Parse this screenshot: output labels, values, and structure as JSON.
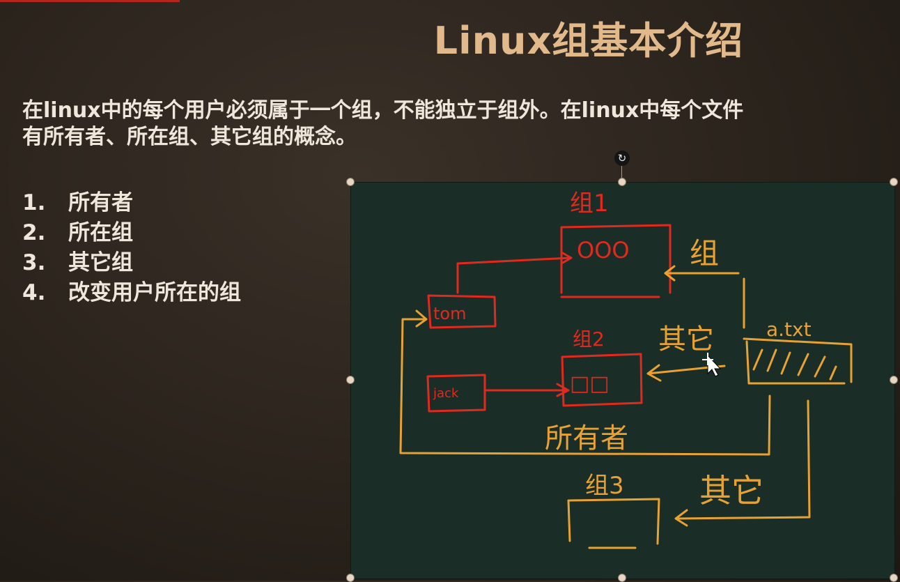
{
  "slide": {
    "title": "Linux组基本介绍",
    "intro_lines": [
      "在linux中的每个用户必须属于一个组，不能独立于组外。在linux中每个文件",
      "有所有者、所在组、其它组的概念。"
    ],
    "list": [
      {
        "num": "1.",
        "text": "所有者"
      },
      {
        "num": "2.",
        "text": "所在组"
      },
      {
        "num": "3.",
        "text": "其它组"
      },
      {
        "num": "4.",
        "text": "改变用户所在的组"
      }
    ]
  },
  "drawing": {
    "group1_label": "组1",
    "group1_members": "OOO",
    "group2_label": "组2",
    "group2_members": "□□",
    "group3_label": "组3",
    "user_tom": "tom",
    "user_jack": "jack",
    "file_label": "a.txt",
    "arrow_group": "组",
    "arrow_other_mid": "其它",
    "arrow_owner": "所有者",
    "arrow_other_bottom": "其它"
  },
  "colors": {
    "title": "#e2b98a",
    "body_text": "#efe7dc",
    "board": "#1a2d26",
    "pen_red": "#e02a1f",
    "pen_orange": "#e8a233"
  },
  "icons": {
    "rotate": "rotate-icon",
    "cursor": "move-cursor-icon"
  }
}
